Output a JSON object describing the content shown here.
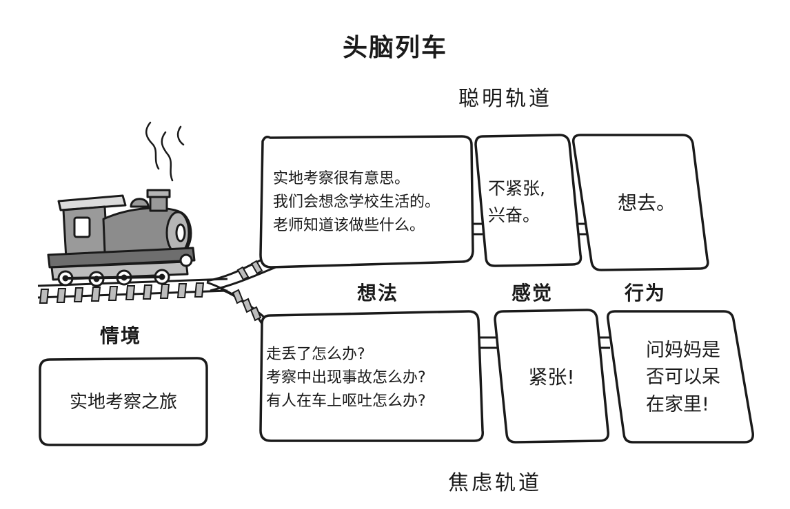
{
  "title": "头脑列车",
  "tracks": {
    "smart": "聪明轨道",
    "anxious": "焦虑轨道"
  },
  "situation": {
    "heading": "情境",
    "text": "实地考察之旅"
  },
  "columns": {
    "thoughts": "想法",
    "feelings": "感觉",
    "actions": "行为"
  },
  "smart_track": {
    "thoughts": [
      "实地考察很有意思。",
      "我们会想念学校生活的。",
      "老师知道该做些什么。"
    ],
    "feelings": [
      "不紧张,",
      "兴奋。"
    ],
    "actions": [
      "想去。"
    ]
  },
  "anxious_track": {
    "thoughts": [
      "走丢了怎么办?",
      "考察中出现事故怎么办?",
      "有人在车上呕吐怎么办?"
    ],
    "feelings": [
      "紧张!"
    ],
    "actions": [
      "问妈妈是",
      "否可以呆",
      "在家里!"
    ]
  },
  "colors": {
    "ink": "#1a1a1a",
    "train_body": "#9a9a9a",
    "train_dark": "#6e6e6e",
    "track_fill": "#bdbdbd"
  },
  "icons": [
    "steam-icon",
    "train-icon",
    "track-icon"
  ]
}
